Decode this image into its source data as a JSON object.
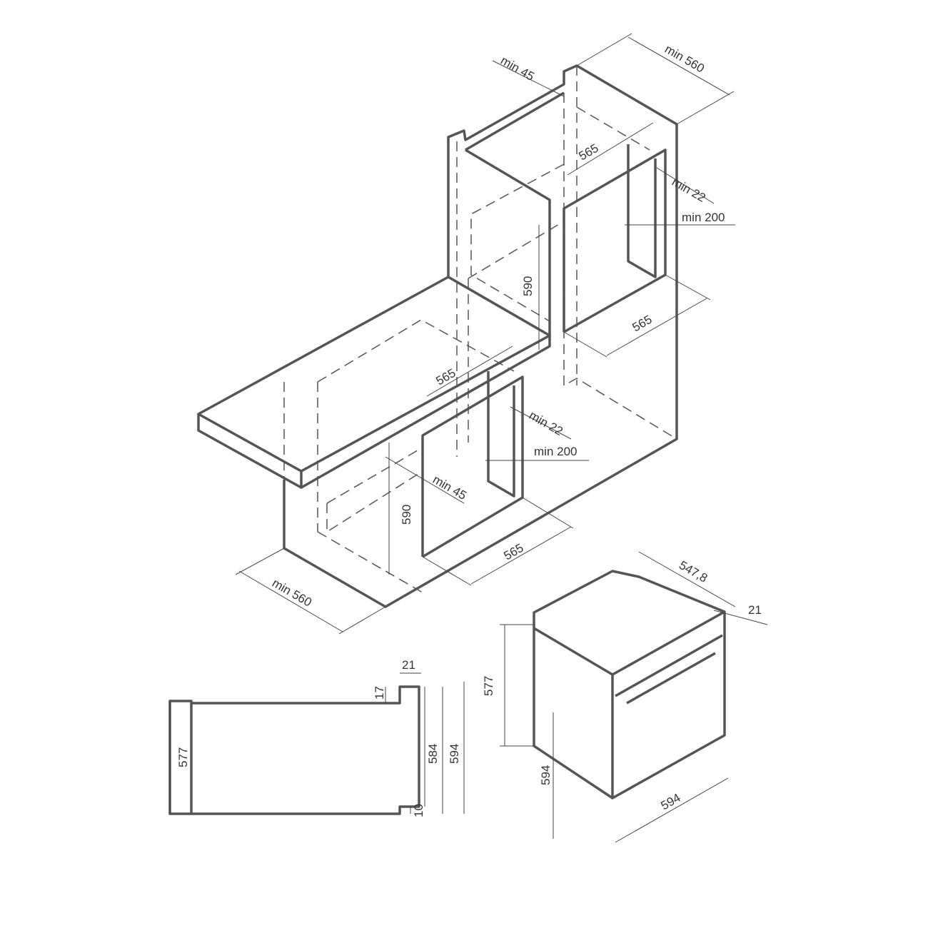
{
  "title": "Built-in oven installation diagram",
  "tall_cabinet": {
    "depth": "min 560",
    "gap_back": "min 45",
    "niche_depth": "565",
    "side_gap": "min 22",
    "vent_height": "min 200",
    "niche_height": "590",
    "niche_width": "565"
  },
  "under_counter": {
    "niche_depth": "565",
    "side_gap": "min 22",
    "vent_height": "min 200",
    "gap_back": "min 45",
    "niche_height": "590",
    "niche_width": "565",
    "depth": "min 560"
  },
  "oven_iso": {
    "depth": "547,8",
    "front_thickness": "21",
    "body_height": "577",
    "front_height": "594",
    "front_width": "594"
  },
  "side_view": {
    "top_offset": "21",
    "step": "17",
    "body_height": "577",
    "inner_height": "584",
    "front_height": "594",
    "bottom_step": "10"
  }
}
